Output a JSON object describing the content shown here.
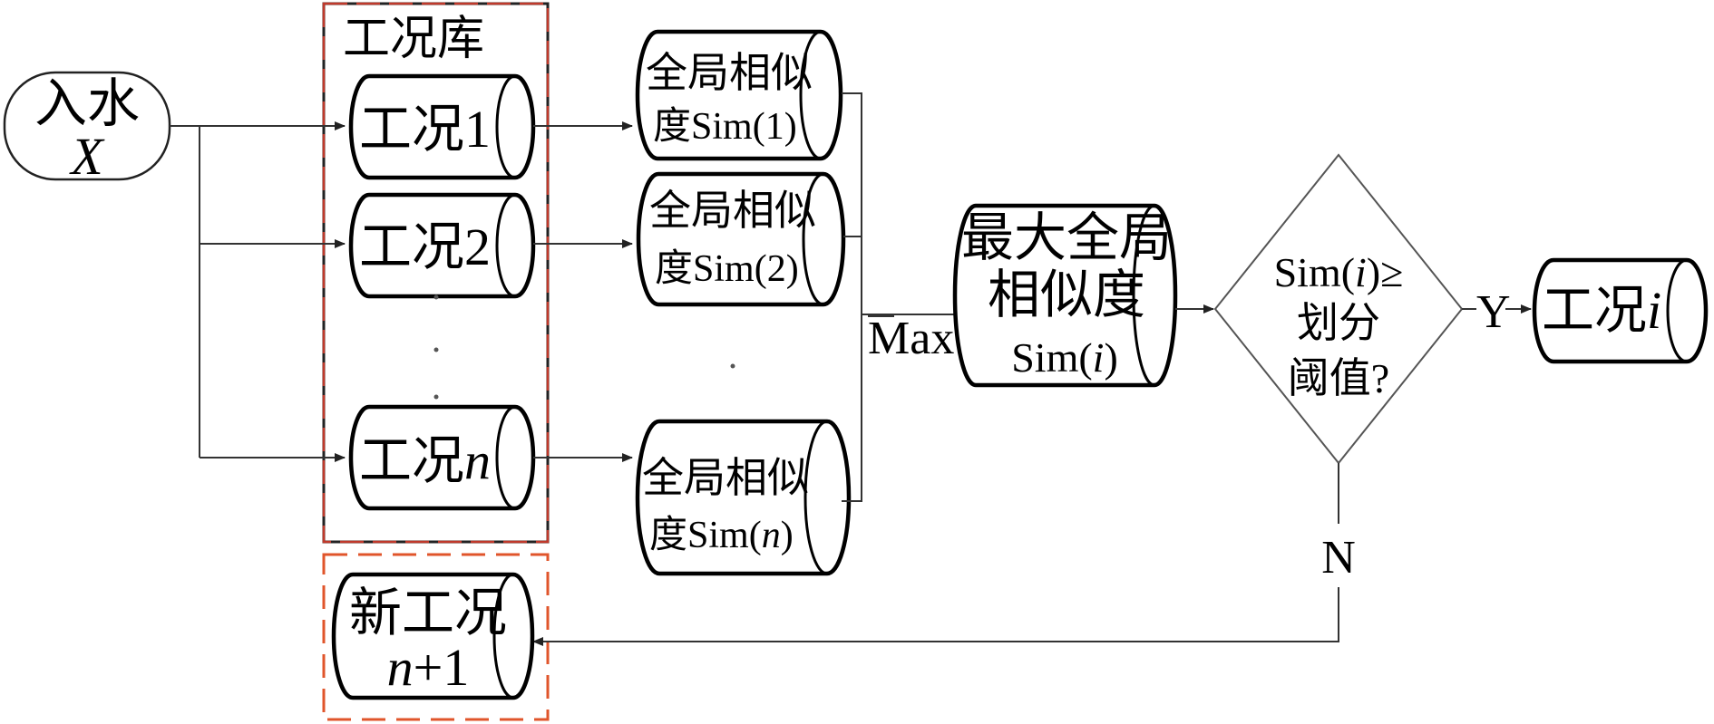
{
  "input": {
    "line1": "入水",
    "line2": "X"
  },
  "library": {
    "title": "工况库"
  },
  "conditions": [
    {
      "label": "工况",
      "suffix": "1"
    },
    {
      "label": "工况",
      "suffix": "2"
    },
    {
      "label": "工况",
      "suffix": "n"
    }
  ],
  "similarities": [
    {
      "line1": "全局相似",
      "prefix": "度Sim(",
      "arg": "1",
      "close": ")"
    },
    {
      "line1": "全局相似",
      "prefix": "度Sim(",
      "arg": "2",
      "close": ")"
    },
    {
      "line1": "全局相似",
      "prefix": "度Sim(",
      "arg": "n",
      "close": ")"
    }
  ],
  "max_label": "Max",
  "max_similarity": {
    "line1": "最大全局",
    "line2": "相似度",
    "prefix": "Sim(",
    "arg": "i",
    "close": ")"
  },
  "decision": {
    "line1_prefix": "Sim(",
    "line1_arg": "i",
    "line1_suffix": ")≥",
    "line2": "划分",
    "line3": "阈值?"
  },
  "yes_label": "Y",
  "no_label": "N",
  "result": {
    "label": "工况",
    "suffix": "i"
  },
  "new_condition": {
    "line1": "新工况",
    "line2_var": "n",
    "line2_rest": "+1"
  },
  "colors": {
    "library_border": "#c0392b",
    "new_border": "#e0552b",
    "line": "#333333"
  }
}
